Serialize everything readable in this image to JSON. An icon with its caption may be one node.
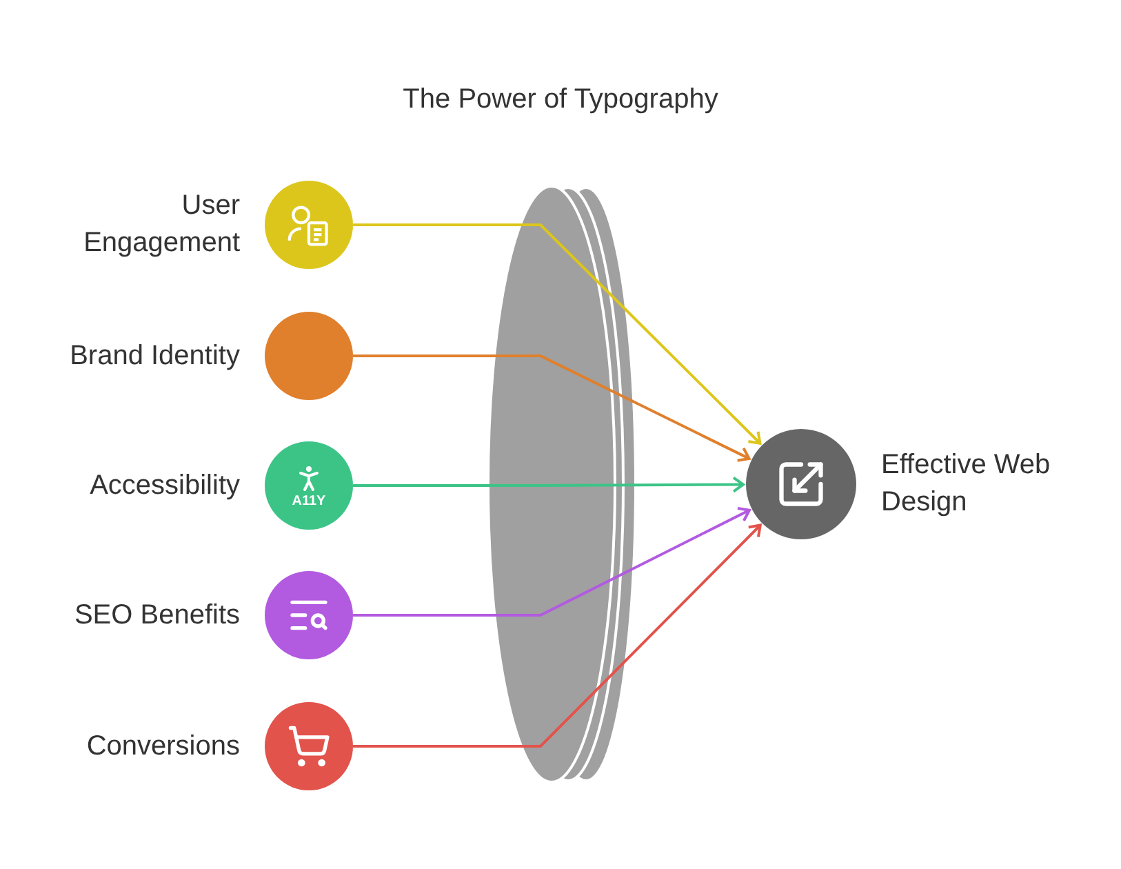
{
  "diagram": {
    "title": "The Power of Typography",
    "nodes": [
      {
        "text": [],
        "shape": "circle",
        "beside": [
          "User Engagement"
        ]
      },
      {
        "text": [],
        "shape": "circle",
        "beside": [
          "Brand Identity"
        ]
      },
      {
        "text": [],
        "shape": "circle",
        "beside": [
          "Accessibility"
        ]
      },
      {
        "text": [],
        "shape": "circle",
        "beside": [
          "SEO Benefits"
        ]
      },
      {
        "text": [],
        "shape": "circle",
        "beside": [
          "Conversions"
        ]
      },
      {
        "text": [],
        "shape": "circle",
        "beside": [
          "Effective Web Design"
        ]
      }
    ],
    "edges": [
      {
        "from": 0,
        "to": 5,
        "arrow": "to",
        "color": "#dcc61b"
      },
      {
        "from": 1,
        "to": 5,
        "arrow": "to",
        "color": "#e07f2c"
      },
      {
        "from": 2,
        "to": 5,
        "arrow": "to",
        "color": "#3cc487"
      },
      {
        "from": 3,
        "to": 5,
        "arrow": "to",
        "color": "#b25ae0"
      },
      {
        "from": 4,
        "to": 5,
        "arrow": "to",
        "color": "#e2534c"
      }
    ],
    "labels": [
      "A11Y"
    ]
  }
}
